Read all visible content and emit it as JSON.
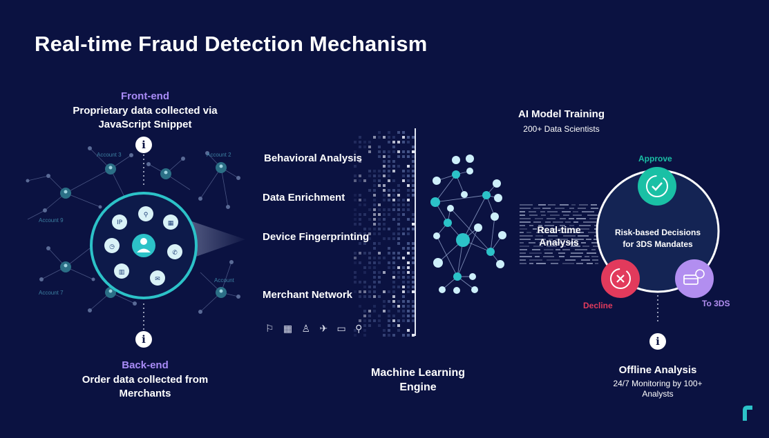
{
  "title": "Real-time Fraud Detection Mechanism",
  "front_end": {
    "heading": "Front-end",
    "line1": "Proprietary data collected via",
    "line2": "JavaScript Snippet"
  },
  "back_end": {
    "heading": "Back-end",
    "line1": "Order data collected from",
    "line2": "Merchants"
  },
  "accounts": [
    "Account 3",
    "Account 2",
    "Account 9",
    "Account 7",
    "Account"
  ],
  "analysis_steps": [
    "Behavioral Analysis",
    "Data Enrichment",
    "Device Fingerprinting",
    "Merchant Network"
  ],
  "merchant_icons": [
    "shoe-icon",
    "store-icon",
    "shirt-icon",
    "plane-icon",
    "ticket-icon",
    "scooter-icon"
  ],
  "ml_engine": {
    "line1": "Machine Learning",
    "line2": "Engine"
  },
  "ai_training": {
    "heading": "AI Model Training",
    "sub": "200+ Data Scientists"
  },
  "realtime": {
    "line1": "Real-time",
    "line2": "Analysis"
  },
  "decisions": {
    "line1": "Risk-based Decisions",
    "line2": "for 3DS Mandates"
  },
  "outcomes": {
    "approve": "Approve",
    "decline": "Decline",
    "to3ds": "To 3DS"
  },
  "offline": {
    "heading": "Offline Analysis",
    "line1": "24/7 Monitoring by 100+",
    "line2": "Analysts"
  },
  "colors": {
    "background": "#0b1241",
    "teal": "#2cc2c8",
    "purple": "#a98cf7",
    "approve": "#1ac0a5",
    "decline": "#e23a5c",
    "to3ds": "#b28ef0",
    "light_node": "#cdeffa"
  }
}
